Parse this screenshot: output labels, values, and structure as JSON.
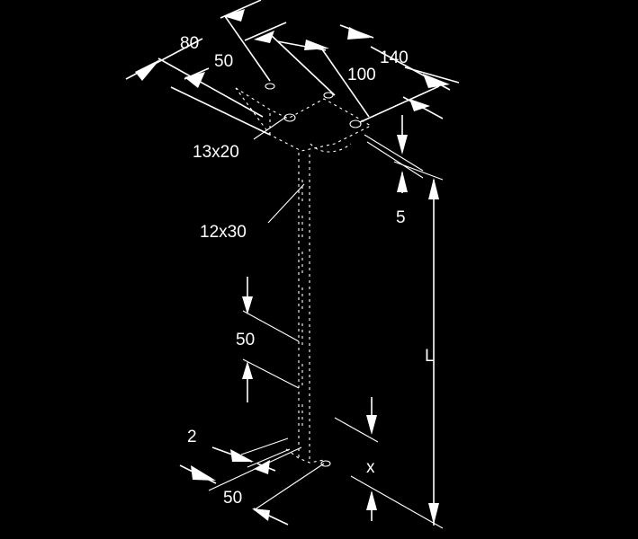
{
  "dimensions": {
    "d80": "80",
    "d50_top": "50",
    "d100": "100",
    "d140": "140",
    "d13x20": "13x20",
    "d5": "5",
    "d12x30": "12x30",
    "d50_pitch": "50",
    "dL": "L",
    "d2": "2",
    "dx": "x",
    "d50_base": "50"
  }
}
